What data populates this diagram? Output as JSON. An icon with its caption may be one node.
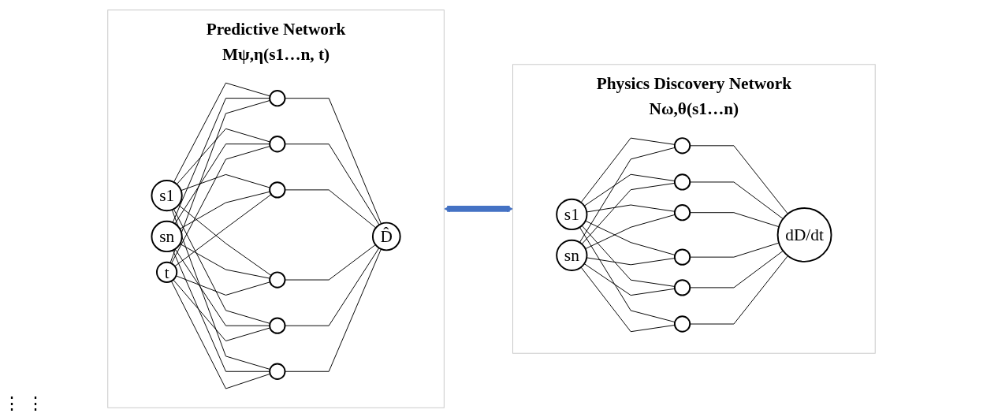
{
  "diagram": {
    "nodes": [
      {
        "text": [
          "Predictive Network",
          "Mψ,η(s1…n, t)"
        ]
      },
      {
        "text": [
          "s1"
        ],
        "in": 0
      },
      {
        "text": [
          "sn"
        ],
        "in": 0
      },
      {
        "text": [
          "t"
        ],
        "in": 0
      },
      {
        "text": [],
        "shape": "circle",
        "in": 0
      },
      {
        "text": [],
        "shape": "circle",
        "in": 0
      },
      {
        "text": [],
        "shape": "circle",
        "in": 0
      },
      {
        "text": [],
        "shape": "circle",
        "in": 0
      },
      {
        "text": [],
        "shape": "circle",
        "in": 0
      },
      {
        "text": [],
        "shape": "circle",
        "in": 0
      },
      {
        "text": [
          "D̂"
        ],
        "in": 0
      },
      {
        "text": [
          "Physics Discovery Network",
          "Nω,θ(s1…n)"
        ]
      },
      {
        "text": [
          "s1"
        ],
        "in": 11
      },
      {
        "text": [
          "sn"
        ],
        "in": 11
      },
      {
        "text": [],
        "shape": "circle",
        "in": 11
      },
      {
        "text": [],
        "shape": "circle",
        "in": 11
      },
      {
        "text": [],
        "shape": "circle",
        "in": 11
      },
      {
        "text": [],
        "shape": "circle",
        "in": 11
      },
      {
        "text": [],
        "shape": "circle",
        "in": 11
      },
      {
        "text": [],
        "shape": "circle",
        "in": 11
      },
      {
        "text": [
          "dD/dt"
        ],
        "in": 11
      }
    ],
    "edges": [
      {
        "from": 1,
        "to": 4,
        "arrow": "none"
      },
      {
        "from": 1,
        "to": 5,
        "arrow": "none"
      },
      {
        "from": 1,
        "to": 6,
        "arrow": "none"
      },
      {
        "from": 1,
        "to": 7,
        "arrow": "none"
      },
      {
        "from": 1,
        "to": 8,
        "arrow": "none"
      },
      {
        "from": 1,
        "to": 9,
        "arrow": "none"
      },
      {
        "from": 2,
        "to": 4,
        "arrow": "none"
      },
      {
        "from": 2,
        "to": 5,
        "arrow": "none"
      },
      {
        "from": 2,
        "to": 6,
        "arrow": "none"
      },
      {
        "from": 2,
        "to": 7,
        "arrow": "none"
      },
      {
        "from": 2,
        "to": 8,
        "arrow": "none"
      },
      {
        "from": 2,
        "to": 9,
        "arrow": "none"
      },
      {
        "from": 3,
        "to": 4,
        "arrow": "none"
      },
      {
        "from": 3,
        "to": 5,
        "arrow": "none"
      },
      {
        "from": 3,
        "to": 6,
        "arrow": "none"
      },
      {
        "from": 3,
        "to": 7,
        "arrow": "none"
      },
      {
        "from": 3,
        "to": 8,
        "arrow": "none"
      },
      {
        "from": 3,
        "to": 9,
        "arrow": "none"
      },
      {
        "from": 4,
        "to": 10,
        "arrow": "none"
      },
      {
        "from": 5,
        "to": 10,
        "arrow": "none"
      },
      {
        "from": 6,
        "to": 10,
        "arrow": "none"
      },
      {
        "from": 7,
        "to": 10,
        "arrow": "none"
      },
      {
        "from": 8,
        "to": 10,
        "arrow": "none"
      },
      {
        "from": 9,
        "to": 10,
        "arrow": "none"
      },
      {
        "from": 0,
        "to": 11,
        "arrow": "both",
        "style": "thick",
        "color": "#4472c4"
      },
      {
        "from": 12,
        "to": 14,
        "arrow": "none"
      },
      {
        "from": 12,
        "to": 15,
        "arrow": "none"
      },
      {
        "from": 12,
        "to": 16,
        "arrow": "none"
      },
      {
        "from": 12,
        "to": 17,
        "arrow": "none"
      },
      {
        "from": 12,
        "to": 18,
        "arrow": "none"
      },
      {
        "from": 12,
        "to": 19,
        "arrow": "none"
      },
      {
        "from": 13,
        "to": 14,
        "arrow": "none"
      },
      {
        "from": 13,
        "to": 15,
        "arrow": "none"
      },
      {
        "from": 13,
        "to": 16,
        "arrow": "none"
      },
      {
        "from": 13,
        "to": 17,
        "arrow": "none"
      },
      {
        "from": 13,
        "to": 18,
        "arrow": "none"
      },
      {
        "from": 13,
        "to": 19,
        "arrow": "none"
      },
      {
        "from": 14,
        "to": 20,
        "arrow": "none"
      },
      {
        "from": 15,
        "to": 20,
        "arrow": "none"
      },
      {
        "from": 16,
        "to": 20,
        "arrow": "none"
      },
      {
        "from": 17,
        "to": 20,
        "arrow": "none"
      },
      {
        "from": 18,
        "to": 20,
        "arrow": "none"
      },
      {
        "from": 19,
        "to": 20,
        "arrow": "none"
      }
    ],
    "labels": [
      "⋮",
      "⋮"
    ]
  }
}
